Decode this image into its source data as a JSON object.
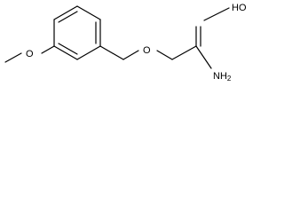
{
  "molecule": {
    "atoms": {
      "methoxy_oxygen": "O",
      "ether_oxygen": "O",
      "hydroxyl": "HO",
      "amine": "NH",
      "amine_subscript": "2"
    }
  }
}
